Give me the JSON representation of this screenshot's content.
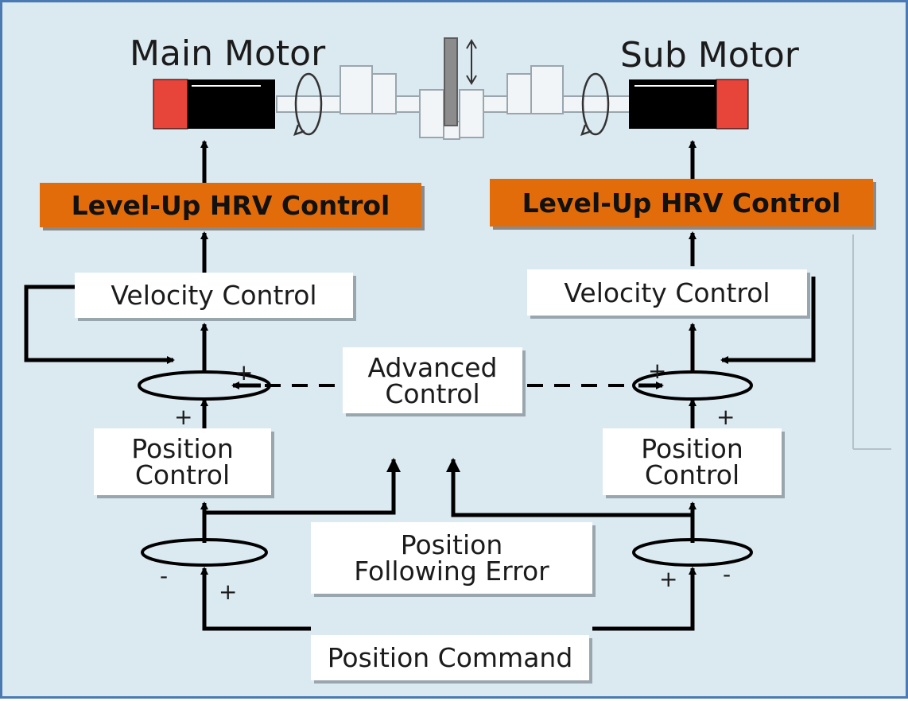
{
  "motors": {
    "main_label": "Main Motor",
    "sub_label": "Sub Motor"
  },
  "hrv": {
    "left_label": "Level-Up HRV Control",
    "right_label": "Level-Up HRV Control"
  },
  "velocity": {
    "left_label": "Velocity Control",
    "right_label": "Velocity Control"
  },
  "advanced": {
    "line1": "Advanced",
    "line2": "Control"
  },
  "position_control": {
    "left_line1": "Position",
    "left_line2": "Control",
    "right_line1": "Position",
    "right_line2": "Control"
  },
  "following_error": {
    "line1": "Position",
    "line2": "Following Error"
  },
  "command": {
    "label": "Position Command"
  },
  "signs": {
    "upper_left_top": "+",
    "upper_left_bottom": "+",
    "upper_right_top": "+",
    "upper_right_bottom": "+",
    "lower_left_minus": "-",
    "lower_left_plus": "+",
    "lower_right_plus": "+",
    "lower_right_minus": "-"
  },
  "colors": {
    "background": "#dbe9f1",
    "hrv_fill": "#e36c0a",
    "motor_body": "#000000",
    "motor_cap": "#e8453a",
    "frame": "#4a79b4"
  }
}
